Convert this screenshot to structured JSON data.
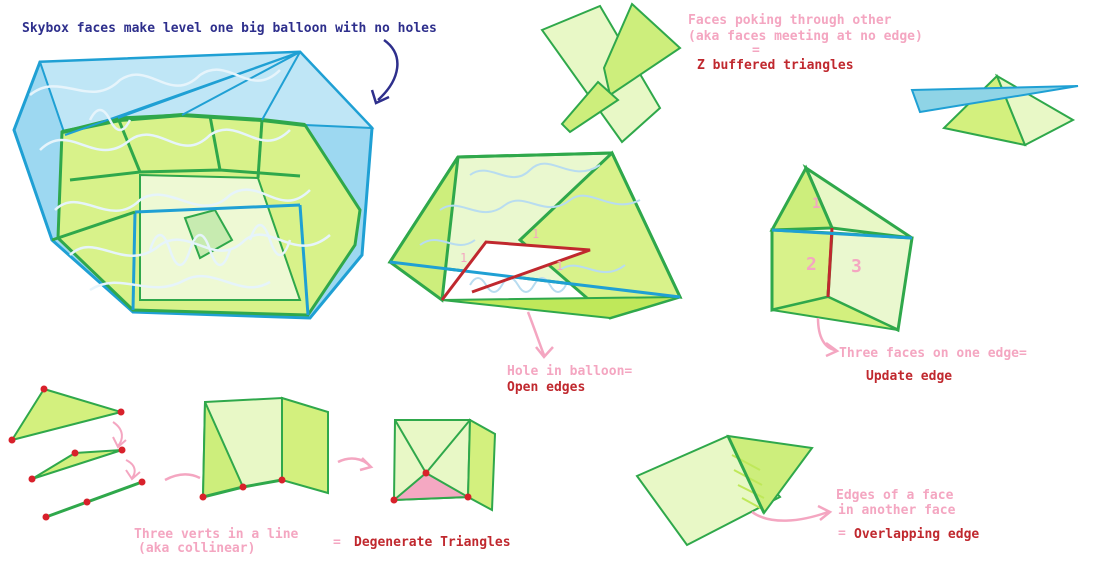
{
  "colors": {
    "face_light": "#e8f8c6",
    "face_mid": "#d3f07e",
    "face_dark": "#bfe85a",
    "edge_green": "#2fa84b",
    "sky_face": "#8fd4f0",
    "sky_edge": "#1fa0d4",
    "scribble": "#d8ecf8",
    "label_pink": "#f4a6c1",
    "label_red": "#c0282e",
    "label_navy": "#2e2f8c",
    "vertex_red": "#d8212b",
    "highlight_pink": "#f4a8c2"
  },
  "labels": {
    "skybox": "Skybox faces make level one big balloon with no holes",
    "poking_1": "Faces poking through other",
    "poking_2": "(aka faces meeting at no edge)",
    "poking_eq": "=",
    "poking_result": "Z buffered triangles",
    "hole_1": "Hole in balloon=",
    "hole_result": "Open edges",
    "three_faces": "Three faces on one edge=",
    "three_faces_result": "Update edge",
    "face_numbers": [
      "1",
      "2",
      "3"
    ],
    "collinear_1": "Three verts in a line",
    "collinear_2": "(aka collinear)",
    "collinear_eq": "=",
    "collinear_result": "Degenerate Triangles",
    "overlap_1": "Edges of a face",
    "overlap_2": "in another face",
    "overlap_eq": "=",
    "overlap_result": "Overlapping edge"
  }
}
